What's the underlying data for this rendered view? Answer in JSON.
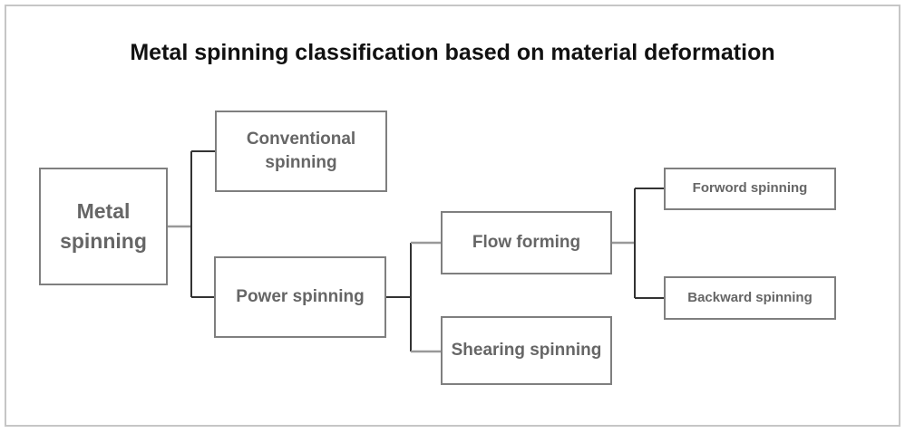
{
  "title": "Metal spinning classification based on material deformation",
  "colors": {
    "background": "#ffffff",
    "frame_border": "#c6c6c6",
    "title_text": "#111111",
    "box_border": "#7f7f7f",
    "box_text": "#666666",
    "connector_dark": "#333333",
    "connector_gray": "#999999"
  },
  "nodes": {
    "metal": {
      "label": "Metal spinning"
    },
    "conventional": {
      "label": "Conventional spinning"
    },
    "power": {
      "label": "Power spinning"
    },
    "flow": {
      "label": "Flow forming"
    },
    "shearing": {
      "label": "Shearing spinning"
    },
    "forword": {
      "label": "Forword spinning"
    },
    "backward": {
      "label": "Backward spinning"
    }
  },
  "hierarchy": {
    "root": "Metal spinning",
    "edges": [
      {
        "from": "Metal spinning",
        "to": "Conventional spinning"
      },
      {
        "from": "Metal spinning",
        "to": "Power spinning"
      },
      {
        "from": "Power spinning",
        "to": "Flow forming"
      },
      {
        "from": "Power spinning",
        "to": "Shearing spinning"
      },
      {
        "from": "Flow forming",
        "to": "Forword spinning"
      },
      {
        "from": "Flow forming",
        "to": "Backward spinning"
      }
    ]
  }
}
